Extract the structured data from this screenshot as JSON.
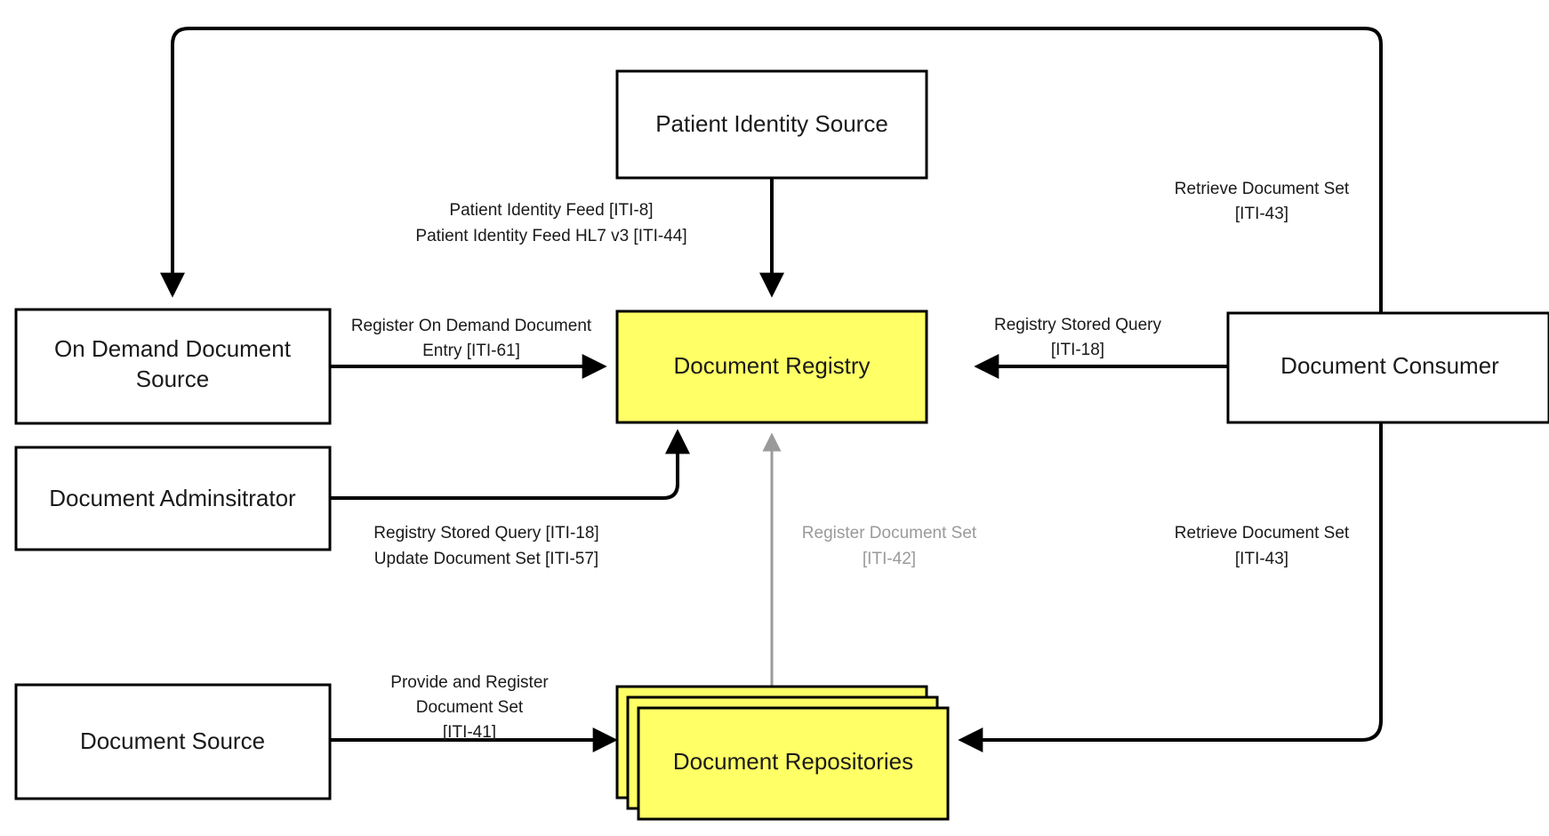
{
  "diagram": {
    "title": "IHE XDS.b Document Sharing Actor Diagram",
    "background_color": "#ffffff",
    "highlight_color": "#ffff66",
    "line_color": "#000000",
    "muted_line_color": "#9a9a9a",
    "nodes": [
      {
        "id": "patient-identity-source",
        "label": "Patient Identity Source",
        "style": "plain"
      },
      {
        "id": "on-demand-document-source",
        "label_line1": "On Demand Document",
        "label_line2": "Source",
        "style": "plain"
      },
      {
        "id": "document-adminsitrator",
        "label": "Document Adminsitrator",
        "style": "plain"
      },
      {
        "id": "document-source",
        "label": "Document Source",
        "style": "plain"
      },
      {
        "id": "document-registry",
        "label": "Document Registry",
        "style": "highlight"
      },
      {
        "id": "document-repositories",
        "label": "Document Repositories",
        "style": "highlight-stack"
      },
      {
        "id": "document-consumer",
        "label": "Document Consumer",
        "style": "plain"
      }
    ],
    "edges": [
      {
        "id": "patient-identity-feed",
        "from": "patient-identity-source",
        "to": "document-registry",
        "color": "black",
        "label_lines": [
          "Patient Identity Feed [ITI-8]",
          "Patient Identity Feed HL7 v3 [ITI-44]"
        ]
      },
      {
        "id": "register-on-demand-document-entry",
        "from": "on-demand-document-source",
        "to": "document-registry",
        "color": "black",
        "label_lines": [
          "Register On Demand Document",
          "Entry [ITI-61]"
        ]
      },
      {
        "id": "document-administrator-to-registry",
        "from": "document-adminsitrator",
        "to": "document-registry",
        "color": "black",
        "label_lines": [
          "Registry Stored Query [ITI-18]",
          "Update Document Set [ITI-57]"
        ]
      },
      {
        "id": "register-document-set",
        "from": "document-repositories",
        "to": "document-registry",
        "color": "gray",
        "label_lines": [
          "Register Document Set",
          "[ITI-42]"
        ]
      },
      {
        "id": "registry-stored-query",
        "from": "document-consumer",
        "to": "document-registry",
        "color": "black",
        "label_lines": [
          "Registry Stored Query",
          "[ITI-18]"
        ]
      },
      {
        "id": "retrieve-document-set-top",
        "from": "document-consumer",
        "to": "on-demand-document-source",
        "color": "black",
        "label_lines": [
          "Retrieve Document Set",
          "[ITI-43]"
        ]
      },
      {
        "id": "retrieve-document-set-bottom",
        "from": "document-consumer",
        "to": "document-repositories",
        "color": "black",
        "label_lines": [
          "Retrieve Document Set",
          "[ITI-43]"
        ]
      },
      {
        "id": "provide-and-register-document-set",
        "from": "document-source",
        "to": "document-repositories",
        "color": "black",
        "label_lines": [
          "Provide and Register",
          "Document Set",
          "[ITI-41]"
        ]
      }
    ]
  }
}
